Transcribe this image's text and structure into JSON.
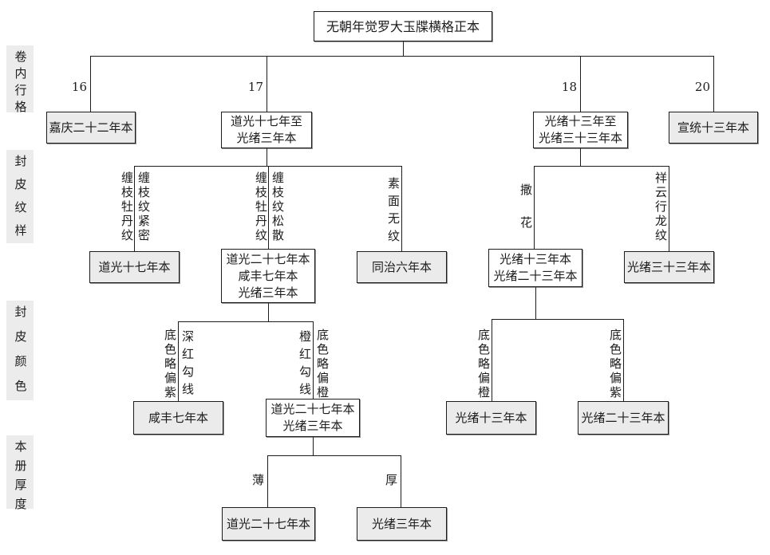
{
  "colors": {
    "leaf-fill": "#ebebeb",
    "node-fill": "#ffffff",
    "sidebar-fill": "#ececec",
    "line": "#1c1c1c",
    "text": "#1c1c1c"
  },
  "sidebar": {
    "labels": {
      "rows_per_page": "卷内行格",
      "cover_pattern": "封皮纹样",
      "cover_color": "封皮颜色",
      "volume_thickness": "本册厚度"
    }
  },
  "tree": {
    "root": "无朝年觉罗大玉牒横格正本",
    "branch_numbers": {
      "b16": "16",
      "b17": "17",
      "b18": "18",
      "b20": "20"
    },
    "nodes": {
      "jiaqing22": "嘉庆二十二年本",
      "dg17_gx3": "道光十七年至\n光绪三年本",
      "gx13_gx33": "光绪十三年至\n光绪三十三年本",
      "xt13": "宣统十三年本",
      "dg17": "道光十七年本",
      "dg27_xf7_gx3": "道光二十七年本\n咸丰七年本\n光绪三年本",
      "tz6": "同治六年本",
      "gx13_gx23": "光绪十三年本\n光绪二十三年本",
      "gx33": "光绪三十三年本",
      "xf7": "咸丰七年本",
      "dg27_gx3": "道光二十七年本\n光绪三年本",
      "gx13": "光绪十三年本",
      "gx23": "光绪二十三年本",
      "dg27": "道光二十七年本",
      "gx3": "光绪三年本"
    },
    "edge_labels": {
      "chanzhi_mudan_1": "缠枝牡丹纹",
      "chanzhi_jinmi": "缠枝纹紧密",
      "chanzhi_mudan_2": "缠枝牡丹纹",
      "chanzhi_songsan": "缠枝纹松散",
      "sumian_wuwen": "素面无纹",
      "sahua": "撒花",
      "xiangyun_xinglong": "祥云行龙纹",
      "dise_pianzi_1": "底色略偏紫",
      "shenhong_gouxian": "深红勾线",
      "chenghong_gouxian": "橙红勾线",
      "dise_piancheng_1": "底色略偏橙",
      "dise_piancheng_2": "底色略偏橙",
      "dise_pianzi_2": "底色略偏紫",
      "thin": "薄",
      "thick": "厚"
    }
  }
}
